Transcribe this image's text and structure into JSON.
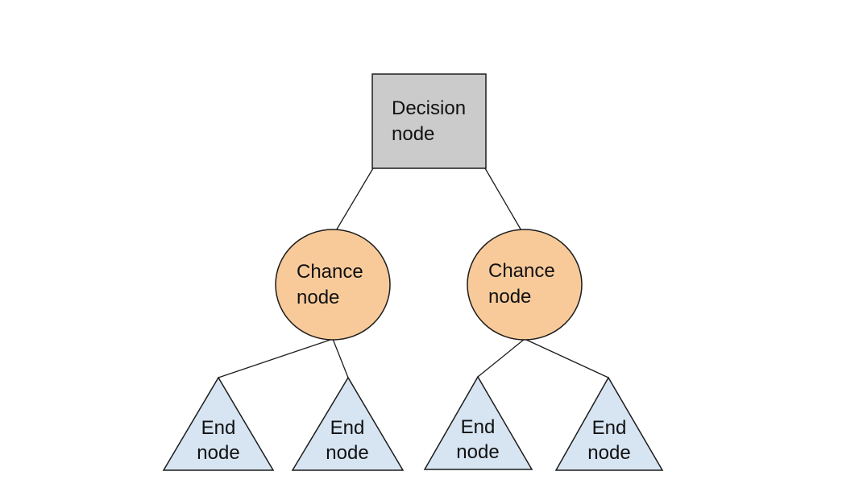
{
  "diagram": {
    "background_color": "#ffffff",
    "line_color": "#1c1c1c",
    "text_color": "#111111",
    "decision_node": {
      "label": "Decision node",
      "lines": [
        "Decision",
        "node"
      ],
      "fill": "#cbcbcb"
    },
    "chance_nodes": [
      {
        "label": "Chance node",
        "lines": [
          "Chance",
          "node"
        ],
        "fill": "#f8ca9a"
      },
      {
        "label": "Chance node",
        "lines": [
          "Chance",
          "node"
        ],
        "fill": "#f8ca9a"
      }
    ],
    "end_nodes": [
      {
        "label": "End node",
        "lines": [
          "End",
          "node"
        ],
        "fill": "#d7e4f1"
      },
      {
        "label": "End node",
        "lines": [
          "End",
          "node"
        ],
        "fill": "#d7e4f1"
      },
      {
        "label": "End node",
        "lines": [
          "End",
          "node"
        ],
        "fill": "#d7e4f1"
      },
      {
        "label": "End node",
        "lines": [
          "End",
          "node"
        ],
        "fill": "#d7e4f1"
      }
    ]
  }
}
